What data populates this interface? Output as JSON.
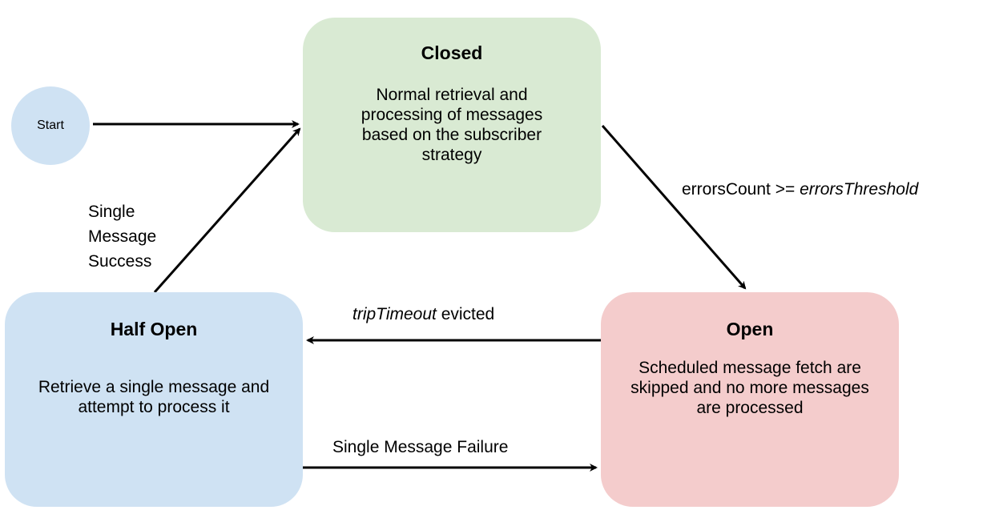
{
  "nodes": {
    "start": {
      "label": "Start"
    },
    "closed": {
      "title": "Closed",
      "body": "Normal retrieval and processing of messages based on the subscriber strategy"
    },
    "half_open": {
      "title": "Half Open",
      "body": "Retrieve a single message and attempt to process it"
    },
    "open": {
      "title": "Open",
      "body": "Scheduled message fetch are skipped and no more messages are processed"
    }
  },
  "edges": {
    "errors_threshold": {
      "prefix": "errorsCount  >= ",
      "emphasis": "errorsThreshold"
    },
    "trip_timeout": {
      "emphasis": "tripTimeout",
      "suffix": " evicted"
    },
    "single_failure": {
      "label": "Single Message Failure"
    },
    "single_success": {
      "label": "Single Message Success"
    }
  },
  "colors": {
    "start_fill": "#cfe2f3",
    "closed_fill": "#d9ead3",
    "half_open_fill": "#cfe2f3",
    "open_fill": "#f4cccc",
    "arrow": "#000000"
  }
}
